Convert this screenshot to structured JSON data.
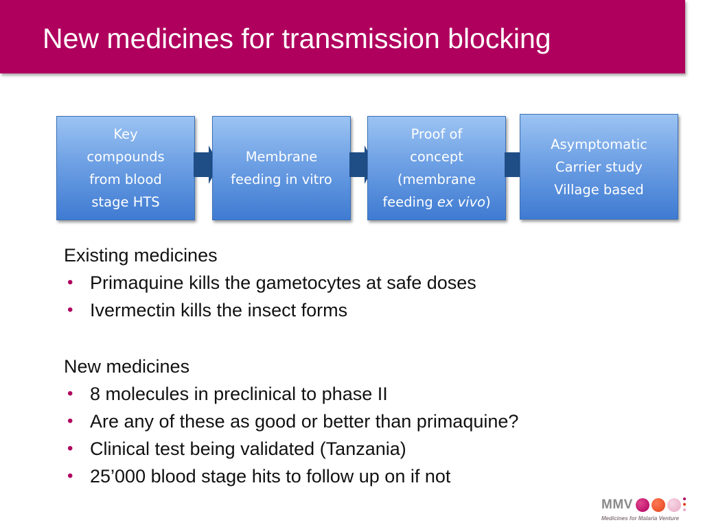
{
  "slide": {
    "title": "New medicines for transmission blocking"
  },
  "flow": {
    "steps": [
      {
        "lines": [
          "Key",
          "compounds",
          "from blood",
          "stage HTS"
        ]
      },
      {
        "lines": [
          "Membrane",
          "feeding in vitro"
        ]
      },
      {
        "lines": [
          "Proof of",
          "concept",
          "(membrane"
        ],
        "last_prefix": "feeding ",
        "last_italic": "ex vivo",
        "last_suffix": ")"
      },
      {
        "lines": [
          "Asymptomatic",
          "Carrier study",
          "Village based"
        ]
      }
    ],
    "arrow_icon": "right-chevron-arrow-icon",
    "colors": {
      "box_top": "#9cc4f3",
      "box_bottom": "#3f7bd2",
      "arrow": "#1f4d86"
    }
  },
  "content": {
    "section1": {
      "heading": "Existing medicines",
      "bullets": [
        "Primaquine kills the gametocytes at safe doses",
        "Ivermectin kills the insect forms"
      ]
    },
    "section2": {
      "heading": "New medicines",
      "bullets": [
        "8 molecules in preclinical to phase II",
        "Are any of these as good or better than primaquine?",
        "Clinical test being validated (Tanzania)",
        "25’000 blood stage hits to follow up on if not"
      ]
    },
    "bullet_glyph": "•"
  },
  "logo": {
    "name": "MMV",
    "tagline": "Medicines for Malaria Venture"
  },
  "colors": {
    "accent": "#b0005e",
    "text": "#111111"
  }
}
